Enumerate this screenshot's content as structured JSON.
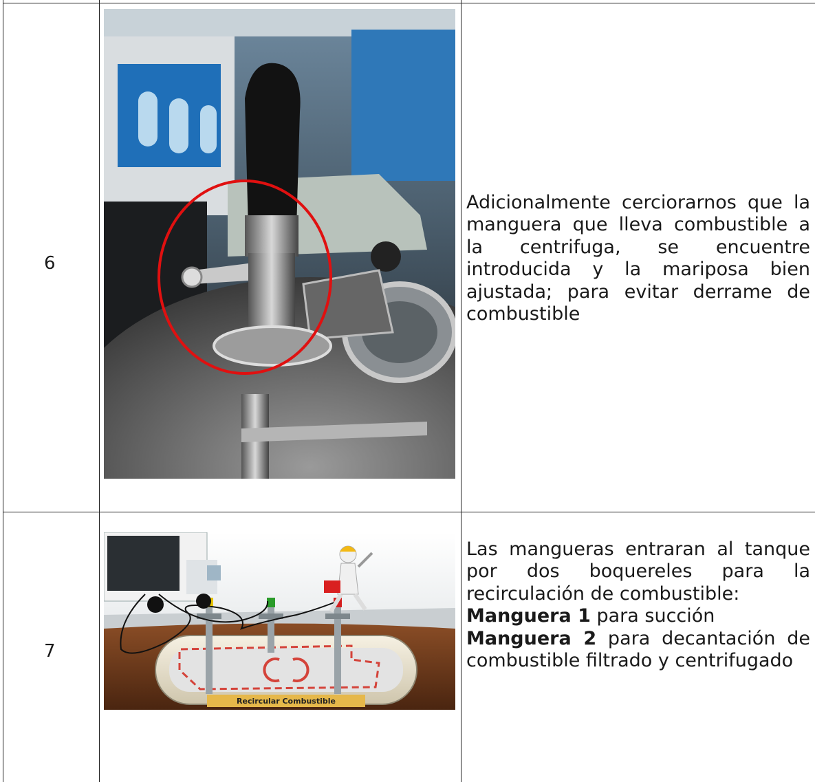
{
  "rows": [
    {
      "number": "6",
      "image": "photo-hose-butterfly-clamp-on-tank",
      "text": "Adicionalmente cerciorarnos que la manguera que lleva combustible a la centrifuga, se encuentre introducida y la mariposa bien ajustada; para evitar derrame de combustible"
    },
    {
      "number": "7",
      "image": "diagram-truck-hoses-tank-recirculation",
      "diagram_caption": "Recircular Combustible",
      "text_intro": "Las mangueras entraran al tanque por dos boquereles para la recirculación de combustible:",
      "items": [
        {
          "label": "Manguera 1",
          "desc": " para succión"
        },
        {
          "label": "Manguera 2",
          "desc": " para decantación de combustible filtrado y centrifugado"
        }
      ]
    }
  ],
  "colors": {
    "border": "#222222",
    "circle": "#e01010",
    "tank": "#e9e2d0",
    "soil": "#6b3a1f"
  }
}
